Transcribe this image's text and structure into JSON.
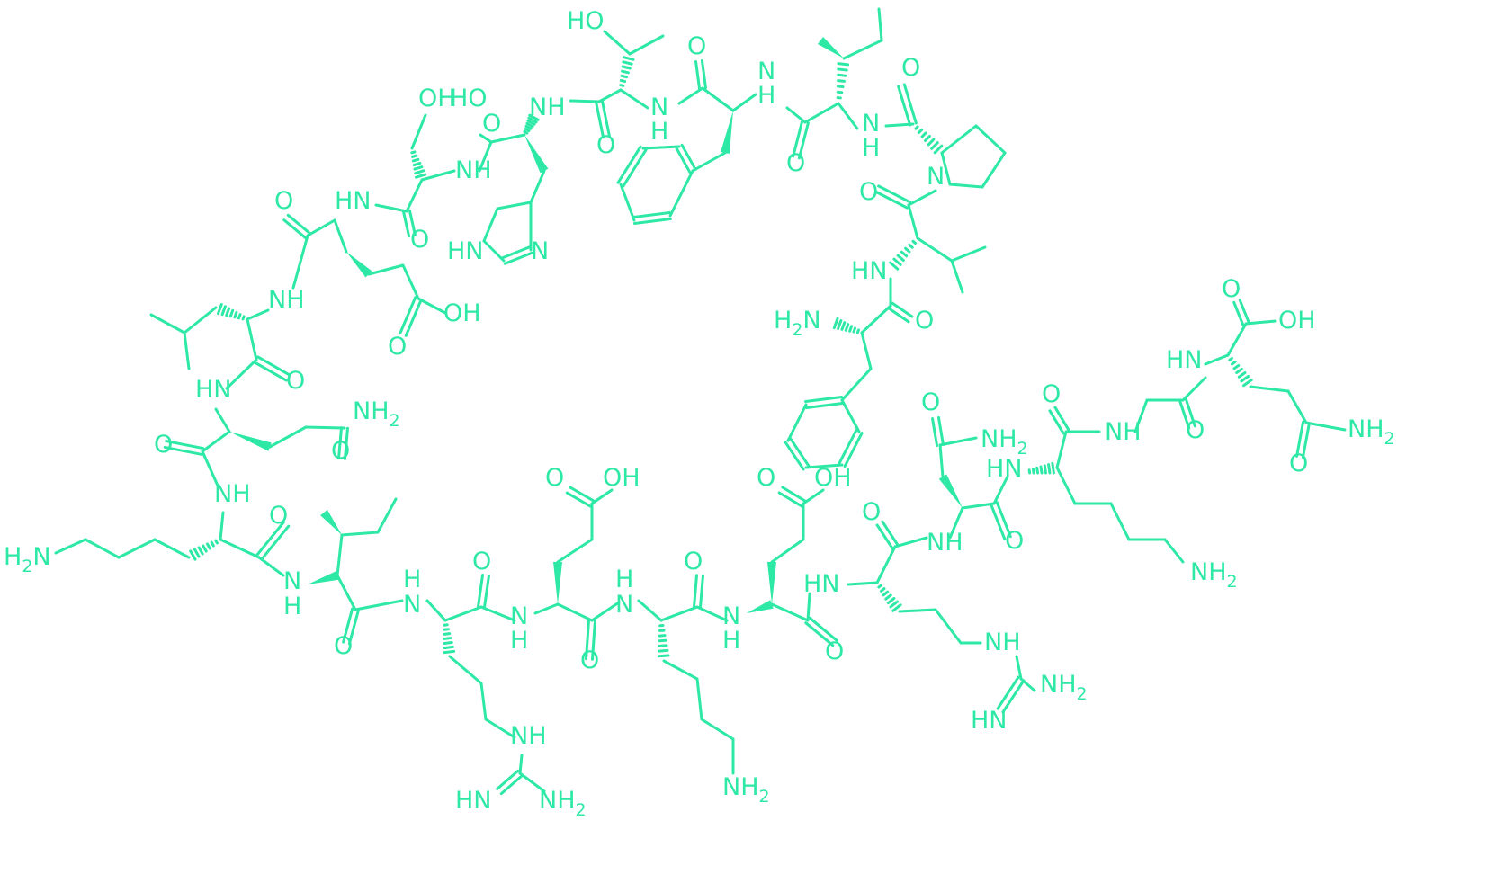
{
  "color": "#2ee8a6",
  "background": "#ffffff",
  "atoms": [
    {
      "id": "ser_oh",
      "text": "OH"
    },
    {
      "id": "his_oh_o",
      "text": "HO"
    },
    {
      "id": "thr_ho",
      "text": "HO"
    },
    {
      "id": "his_nh",
      "text": "NH"
    },
    {
      "id": "ser_nh",
      "text": "NH"
    },
    {
      "id": "glu1_nh",
      "text": "HN"
    },
    {
      "id": "ser_o",
      "text": "O"
    },
    {
      "id": "glu1_o",
      "text": "O"
    },
    {
      "id": "his_o",
      "text": "O"
    },
    {
      "id": "imid_hn",
      "text": "HN"
    },
    {
      "id": "imid_n",
      "text": "N"
    },
    {
      "id": "thr_hn",
      "text": "HN"
    },
    {
      "id": "thr_o",
      "text": "O"
    },
    {
      "id": "phe1_n",
      "text": "N"
    },
    {
      "id": "phe1_h",
      "text": "H"
    },
    {
      "id": "phe1_o",
      "text": "O"
    },
    {
      "id": "ile1_n",
      "text": "N"
    },
    {
      "id": "ile1_h",
      "text": "H"
    },
    {
      "id": "ile1_o",
      "text": "O"
    },
    {
      "id": "pro_n",
      "text": "N"
    },
    {
      "id": "pro_h",
      "text": "H"
    },
    {
      "id": "pro_o",
      "text": "O"
    },
    {
      "id": "pro_ring_n",
      "text": "N"
    },
    {
      "id": "val_o",
      "text": "O"
    },
    {
      "id": "val_hn",
      "text": "HN"
    },
    {
      "id": "phe2_o",
      "text": "O"
    },
    {
      "id": "phe2_h2n",
      "text": "H",
      "sub": "2",
      "suffix": "N"
    },
    {
      "id": "glu1_acid_o",
      "text": "O"
    },
    {
      "id": "glu1_acid_oh",
      "text": "OH"
    },
    {
      "id": "leu_o",
      "text": "O"
    },
    {
      "id": "leu_nh",
      "text": "NH"
    },
    {
      "id": "gln1_hn",
      "text": "HN"
    },
    {
      "id": "gln1_nh2",
      "text": "NH",
      "sub": "2"
    },
    {
      "id": "gln1_amide_o",
      "text": "O"
    },
    {
      "id": "gln1_o",
      "text": "O"
    },
    {
      "id": "lys1_nh",
      "text": "NH"
    },
    {
      "id": "lys1_h2n",
      "text": "H",
      "sub": "2",
      "suffix": "N"
    },
    {
      "id": "lys1_o",
      "text": "O"
    },
    {
      "id": "ile2_n",
      "text": "N"
    },
    {
      "id": "ile2_h",
      "text": "H"
    },
    {
      "id": "ile2_o",
      "text": "O"
    },
    {
      "id": "arg1_n",
      "text": "N"
    },
    {
      "id": "arg1_h",
      "text": "H"
    },
    {
      "id": "arg1_o",
      "text": "O"
    },
    {
      "id": "arg1_nh",
      "text": "NH"
    },
    {
      "id": "arg1_hn",
      "text": "HN"
    },
    {
      "id": "arg1_nh2",
      "text": "NH",
      "sub": "2"
    },
    {
      "id": "glu2_n",
      "text": "N"
    },
    {
      "id": "glu2_h",
      "text": "H"
    },
    {
      "id": "glu2_acid_o",
      "text": "O"
    },
    {
      "id": "glu2_acid_oh",
      "text": "OH"
    },
    {
      "id": "glu2_o",
      "text": "O"
    },
    {
      "id": "lys2_n",
      "text": "N"
    },
    {
      "id": "lys2_h",
      "text": "H"
    },
    {
      "id": "lys2_o",
      "text": "O"
    },
    {
      "id": "lys2_nh2",
      "text": "NH",
      "sub": "2"
    },
    {
      "id": "glu3_n",
      "text": "N"
    },
    {
      "id": "glu3_h",
      "text": "H"
    },
    {
      "id": "glu3_acid_o",
      "text": "O"
    },
    {
      "id": "glu3_acid_oh",
      "text": "OH"
    },
    {
      "id": "glu3_o",
      "text": "O"
    },
    {
      "id": "arg2_hn",
      "text": "HN"
    },
    {
      "id": "arg2_o",
      "text": "O"
    },
    {
      "id": "arg2_nh",
      "text": "NH"
    },
    {
      "id": "arg2_nh2",
      "text": "NH",
      "sub": "2"
    },
    {
      "id": "arg2_hn2",
      "text": "HN"
    },
    {
      "id": "asn_nh",
      "text": "NH"
    },
    {
      "id": "asn_amide_o",
      "text": "O"
    },
    {
      "id": "asn_nh2",
      "text": "NH",
      "sub": "2"
    },
    {
      "id": "asn_o",
      "text": "O"
    },
    {
      "id": "lys3_hn",
      "text": "HN"
    },
    {
      "id": "lys3_o",
      "text": "O"
    },
    {
      "id": "lys3_nh2",
      "text": "NH",
      "sub": "2"
    },
    {
      "id": "gly_nh",
      "text": "NH"
    },
    {
      "id": "gly_o",
      "text": "O"
    },
    {
      "id": "gln2_hn",
      "text": "HN"
    },
    {
      "id": "gln2_acid_o",
      "text": "O"
    },
    {
      "id": "gln2_acid_oh",
      "text": "OH"
    },
    {
      "id": "gln2_amide_o",
      "text": "O"
    },
    {
      "id": "gln2_nh2",
      "text": "NH",
      "sub": "2"
    }
  ]
}
